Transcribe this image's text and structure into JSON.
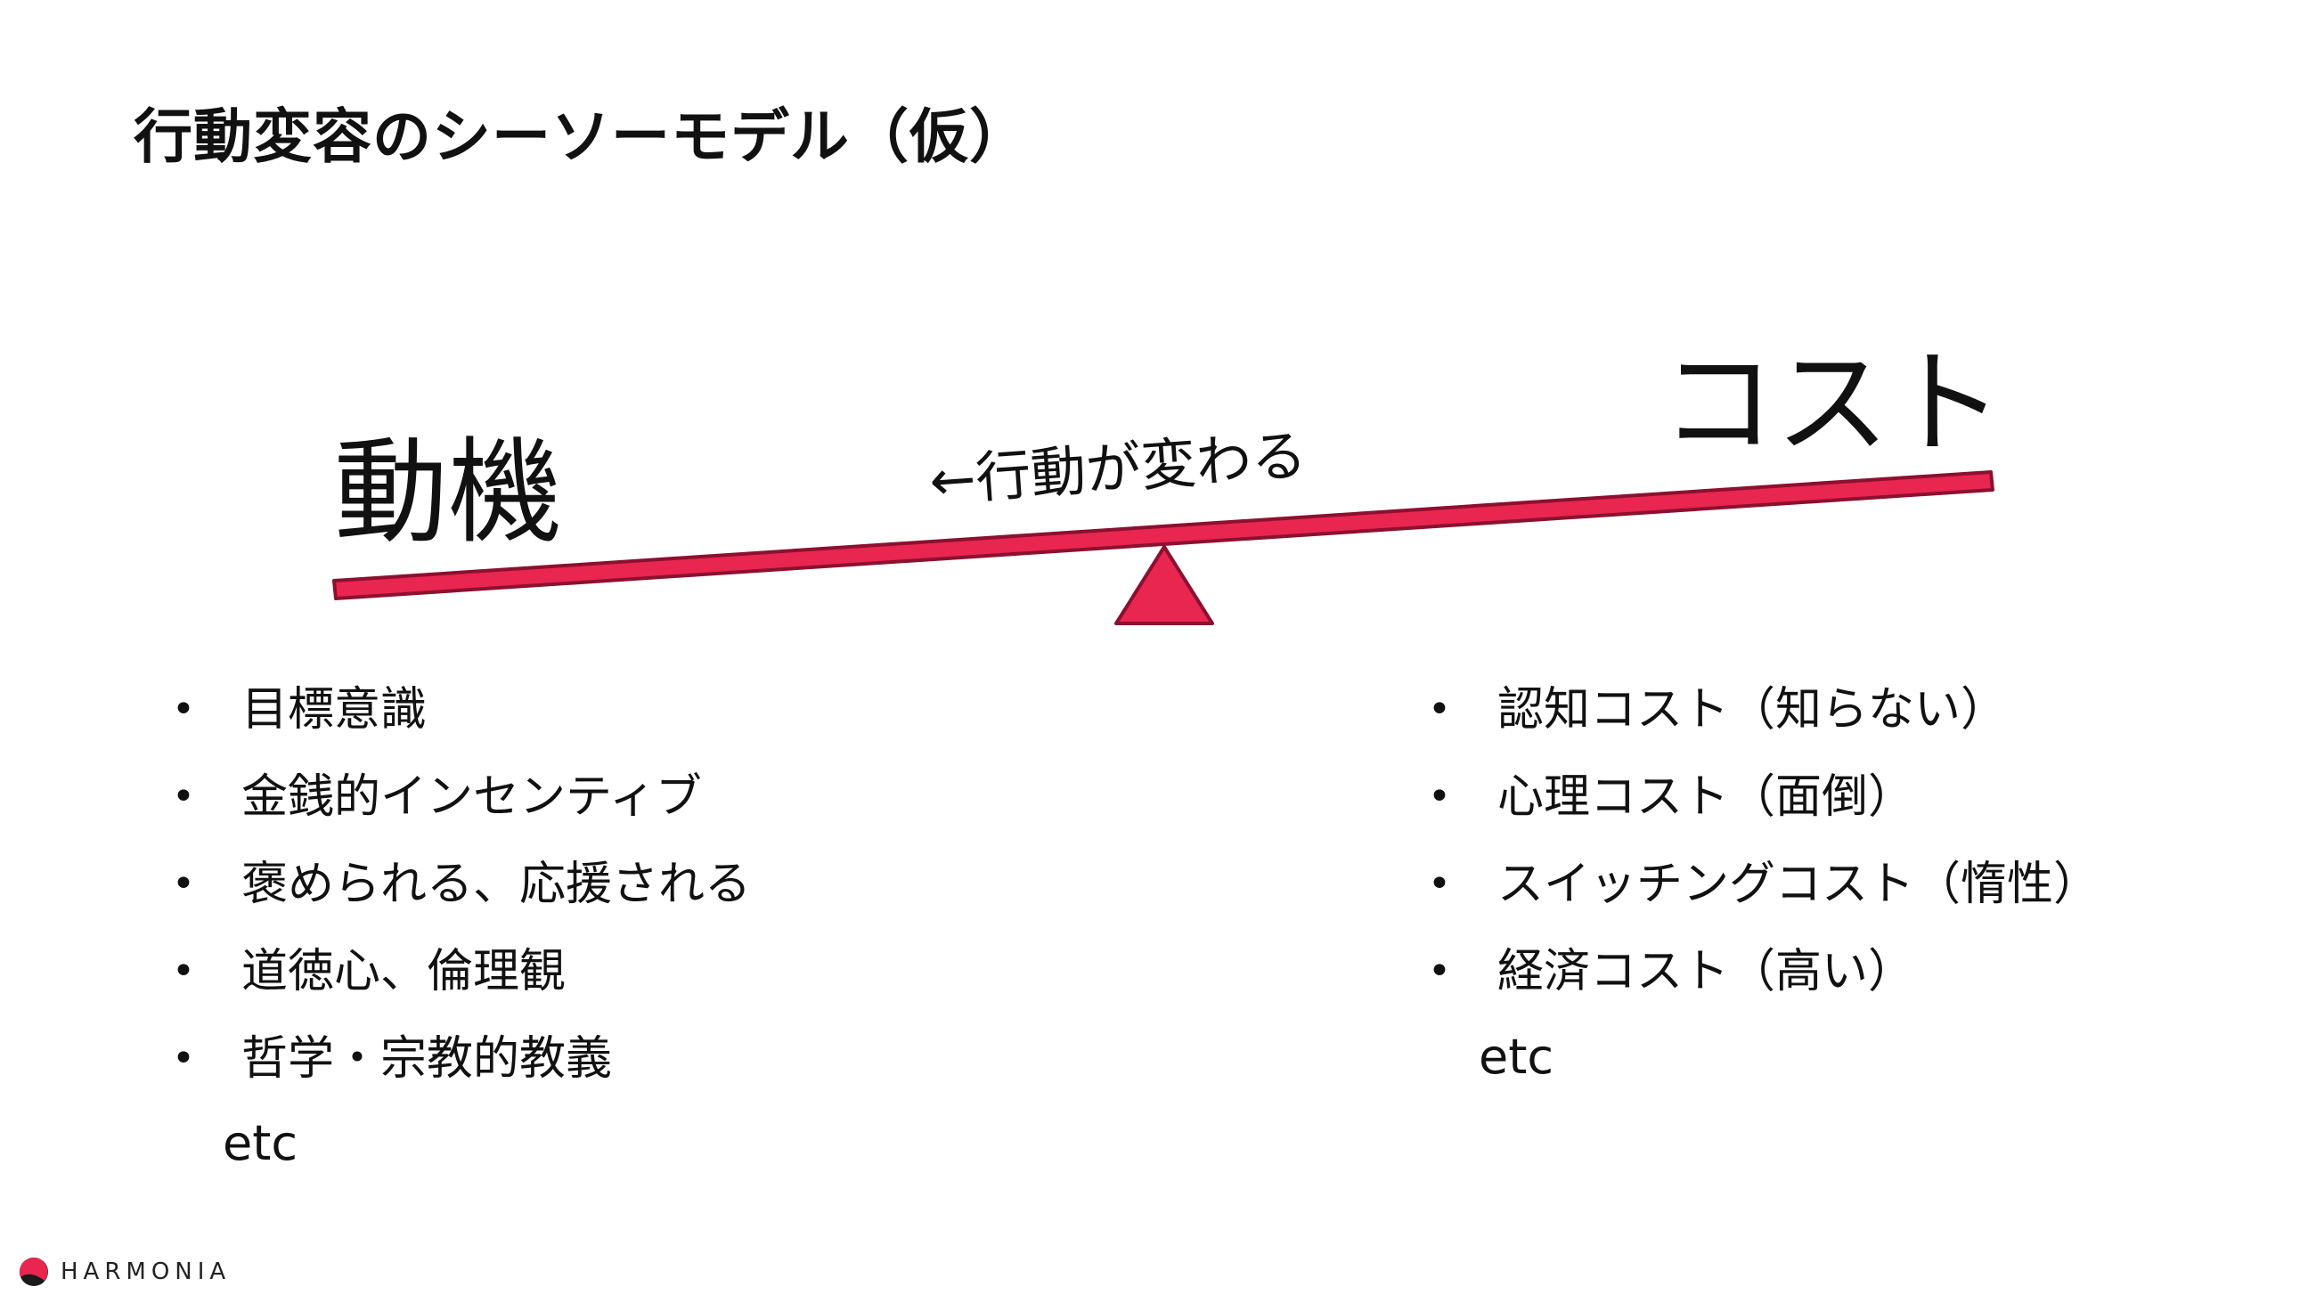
{
  "title": "行動変容のシーソーモデル（仮）",
  "seesaw": {
    "left_label": "動機",
    "right_label": "コスト",
    "center_caption": "←行動が変わる",
    "beam_color": "#e8264f",
    "outline_color": "#8c1030"
  },
  "motivation": {
    "items": [
      "目標意識",
      "金銭的インセンティブ",
      "褒められる、応援される",
      "道徳心、倫理観",
      "哲学・宗教的教義"
    ],
    "etc": "etc"
  },
  "cost": {
    "items": [
      "認知コスト（知らない）",
      "心理コスト（面倒）",
      "スイッチングコスト（惰性）",
      "経済コスト（高い）"
    ],
    "etc": "etc"
  },
  "logo": {
    "text": "HARMONIA",
    "mark_colors": [
      "#e8264f",
      "#1a1a1a"
    ]
  }
}
